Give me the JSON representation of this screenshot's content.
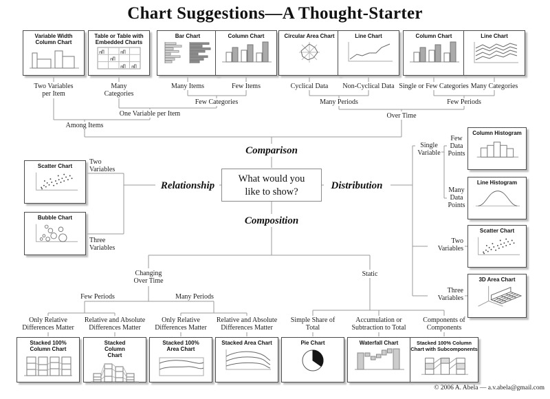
{
  "title": "Chart Suggestions—A Thought-Starter",
  "footer": "© 2006  A. Abela — a.v.abela@gmail.com",
  "colors": {
    "ink": "#1c1c1c",
    "wire": "#999999",
    "box_border": "#4a4a4a",
    "shadow": "#bdbdbd",
    "pie_fill": "#151515"
  },
  "center": {
    "question": "What would you like to show?",
    "comparison": "Comparison",
    "relationship": "Relationship",
    "distribution": "Distribution",
    "composition": "Composition"
  },
  "top_row": [
    {
      "title": "Variable Width Column Chart",
      "label": "Two Variables per Item",
      "icon": "variable-width-column-chart-icon"
    },
    {
      "title": "Table or Table with Embedded Charts",
      "label": "Many Categories",
      "icon": "table-with-embedded-charts-icon"
    },
    {
      "title": "Bar Chart",
      "label": "Many Items",
      "icon": "bar-chart-icon"
    },
    {
      "title": "Column Chart",
      "label": "Few Items",
      "icon": "column-chart-icon"
    },
    {
      "title": "Circular Area Chart",
      "label": "Cyclical Data",
      "icon": "circular-area-chart-icon"
    },
    {
      "title": "Line Chart",
      "label": "Non-Cyclical Data",
      "icon": "line-chart-icon"
    },
    {
      "title": "Column Chart",
      "label": "Single or Few Categories",
      "icon": "column-chart-icon"
    },
    {
      "title": "Line Chart",
      "label": "Many Categories",
      "icon": "multi-line-chart-icon"
    }
  ],
  "top_connectors": {
    "few_categories": "Few Categories",
    "many_periods": "Many Periods",
    "few_periods": "Few Periods",
    "one_variable_per_item": "One Variable per Item",
    "over_time": "Over Time",
    "among_items": "Among Items"
  },
  "relationship_branch": {
    "nodes": [
      {
        "title": "Scatter Chart",
        "label": "Two Variables",
        "icon": "scatter-chart-icon"
      },
      {
        "title": "Bubble Chart",
        "label": "Three Variables",
        "icon": "bubble-chart-icon"
      }
    ]
  },
  "distribution_branch": {
    "single_variable": "Single Variable",
    "nodes": [
      {
        "title": "Column Histogram",
        "label": "Few Data Points",
        "icon": "column-histogram-icon"
      },
      {
        "title": "Line Histogram",
        "label": "Many Data Points",
        "icon": "line-histogram-icon"
      },
      {
        "title": "Scatter Chart",
        "label": "Two Variables",
        "icon": "scatter-chart-icon"
      },
      {
        "title": "3D Area Chart",
        "label": "Three Variables",
        "icon": "three-d-area-chart-icon"
      }
    ]
  },
  "composition_branch": {
    "changing_over_time": "Changing Over Time",
    "static": "Static",
    "few_periods": "Few Periods",
    "many_periods": "Many Periods",
    "nodes": [
      {
        "title": "Stacked 100% Column Chart",
        "label": "Only Relative Differences Matter",
        "icon": "stacked-100-column-chart-icon"
      },
      {
        "title": "Stacked Column Chart",
        "label": "Relative and Absolute Differences Matter",
        "icon": "stacked-column-chart-icon"
      },
      {
        "title": "Stacked 100% Area Chart",
        "label": "Only Relative Differences Matter",
        "icon": "stacked-100-area-chart-icon"
      },
      {
        "title": "Stacked Area Chart",
        "label": "Relative and Absolute Differences Matter",
        "icon": "stacked-area-chart-icon"
      },
      {
        "title": "Pie Chart",
        "label": "Simple Share of Total",
        "icon": "pie-chart-icon"
      },
      {
        "title": "Waterfall Chart",
        "label": "Accumulation or Subtraction to Total",
        "icon": "waterfall-chart-icon"
      },
      {
        "title": "Stacked 100% Column Chart with Subcomponents",
        "label": "Components of Components",
        "icon": "stacked-100-column-chart-with-subcomponents-icon"
      }
    ]
  }
}
